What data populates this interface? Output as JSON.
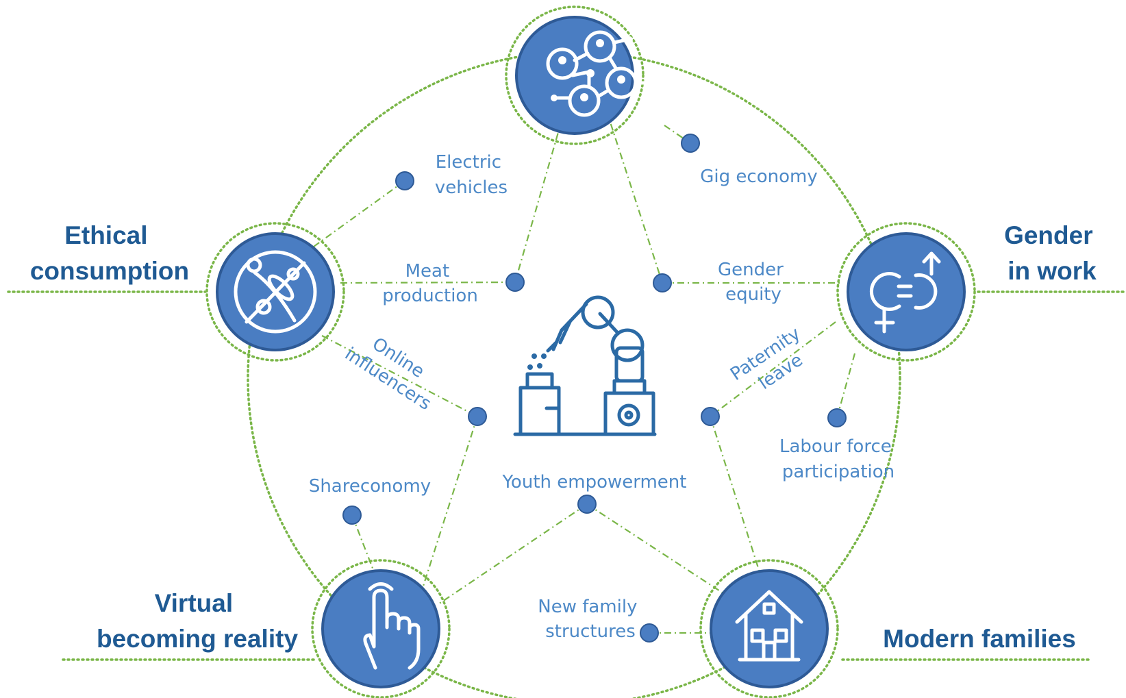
{
  "themes": {
    "ethical": [
      "Ethical",
      "consumption"
    ],
    "gender": [
      "Gender",
      "in work"
    ],
    "virtual": [
      "Virtual",
      "becoming reality"
    ],
    "modern": [
      "Modern families"
    ]
  },
  "topics": {
    "electric_vehicles": [
      "Electric",
      "vehicles"
    ],
    "gig_economy": [
      "Gig economy"
    ],
    "meat_production": [
      "Meat",
      "production"
    ],
    "gender_equity": [
      "Gender",
      "equity"
    ],
    "online_influencers": [
      "Online",
      "influencers"
    ],
    "paternity_leave": [
      "Paternity",
      "leave"
    ],
    "labour_force": [
      "Labour force",
      "participation"
    ],
    "shareconomy": [
      "Shareconomy"
    ],
    "youth_empowerment": [
      "Youth empowerment"
    ],
    "new_family": [
      "New family",
      "structures"
    ]
  },
  "icons": {
    "top": "network-people-icon",
    "left": "vegetables-icon",
    "right": "gender-equality-icon",
    "bottom_left": "pointing-hand-icon",
    "bottom_right": "house-icon",
    "center": "robot-arm-icon"
  },
  "colors": {
    "node_fill": "#4a7dc2",
    "node_border": "#2e5a96",
    "dotted_green": "#7ab648",
    "theme_text": "#1f5a93",
    "topic_text": "#4d89c7"
  }
}
